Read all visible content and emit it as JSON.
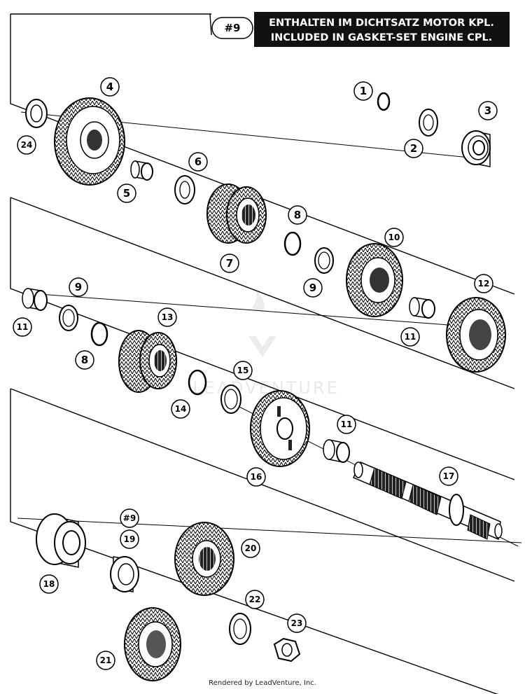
{
  "banner": {
    "ref": "#9",
    "line1": "ENTHALTEN IM DICHTSATZ MOTOR KPL.",
    "line2": "INCLUDED IN GASKET-SET ENGINE CPL."
  },
  "watermark": "LEADVENTURE",
  "callouts": {
    "c1": "1",
    "c2": "2",
    "c3": "3",
    "c4": "4",
    "c5": "5",
    "c6": "6",
    "c7": "7",
    "c8a": "8",
    "c8b": "8",
    "c9a": "9",
    "c9b": "9",
    "c10": "10",
    "c11a": "11",
    "c11b": "11",
    "c11c": "11",
    "c12": "12",
    "c13": "13",
    "c14": "14",
    "c15": "15",
    "c16": "16",
    "c17": "17",
    "c18": "18",
    "c19ref": "#9",
    "c19": "19",
    "c20": "20",
    "c21": "21",
    "c22": "22",
    "c23": "23",
    "c24": "24"
  },
  "footer": "Rendered by LeadVenture, Inc.",
  "colors": {
    "ink": "#000000",
    "paper": "#ffffff",
    "banner_bg": "#111111"
  }
}
